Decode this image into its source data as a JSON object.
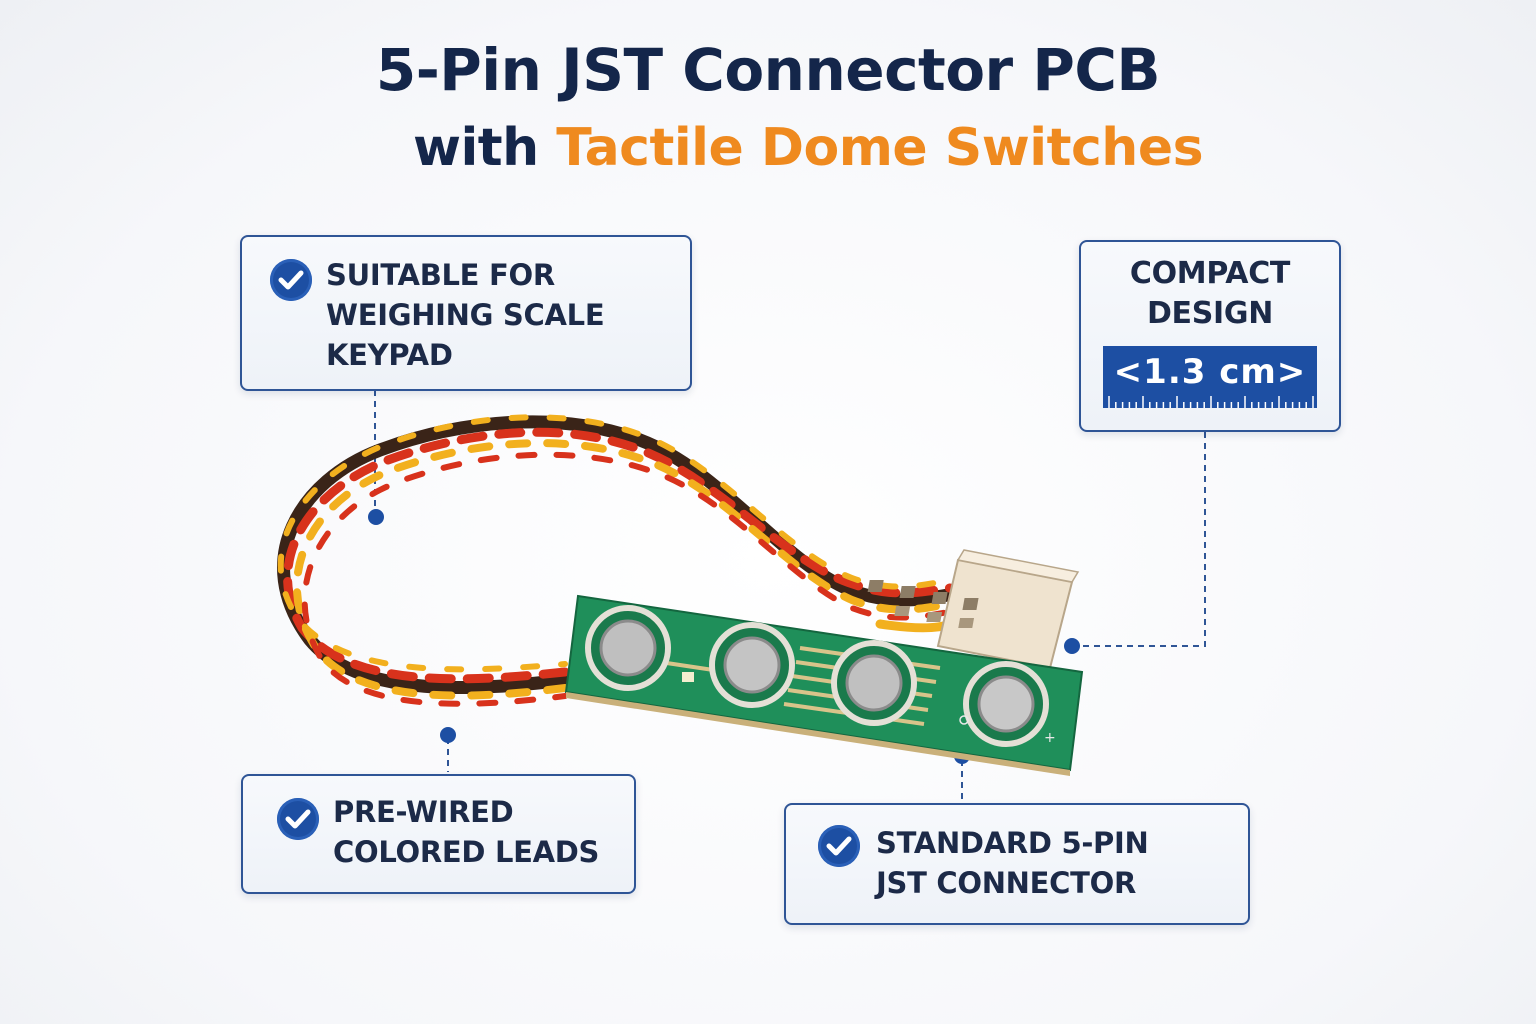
{
  "title": {
    "line1": "5-Pin JST Connector PCB",
    "line2_prefix": "with",
    "line2_accent": "Tactile Dome Switches"
  },
  "callouts": {
    "keypad": {
      "line1": "Suitable for",
      "line2": "weighing scale",
      "line3": "keypad",
      "icon": "checkmark-circle-icon"
    },
    "compact": {
      "line1": "Compact",
      "line2": "Design",
      "measure": "<1.3 cm>",
      "icon": "ruler-icon"
    },
    "leads": {
      "line1": "Pre-wired",
      "line2": "colored leads",
      "icon": "checkmark-circle-icon"
    },
    "connector": {
      "line1": "Standard 5-pin",
      "line2": "JST connector",
      "icon": "checkmark-circle-icon"
    }
  },
  "colors": {
    "title_navy": "#14264a",
    "accent_orange": "#ef8a1f",
    "callout_border": "#2f5596",
    "check_blue": "#1d4fa3",
    "pcb_green": "#1f8f5a",
    "wire_red": "#d8321c",
    "wire_yellow": "#f2b01e",
    "wire_brown": "#3a2418",
    "connector_beige": "#efe3cf"
  }
}
